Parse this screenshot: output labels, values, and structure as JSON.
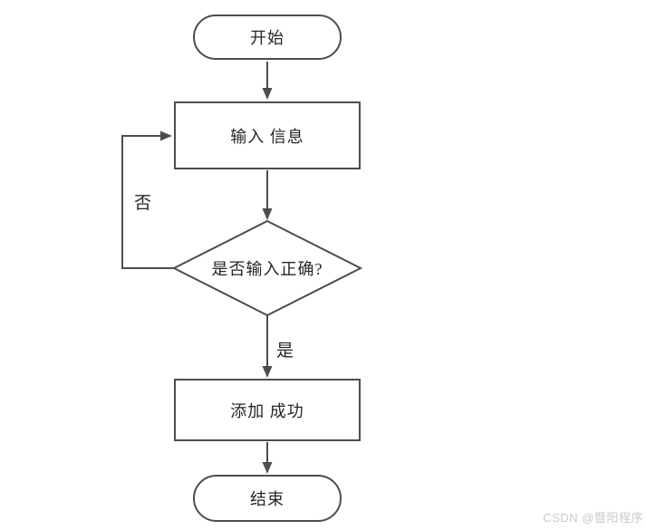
{
  "diagram": {
    "type": "flowchart",
    "nodes": {
      "start": "开始",
      "input": "输入 信息",
      "decision": "是否输入正确?",
      "success": "添加 成功",
      "end": "结束"
    },
    "edges": [
      {
        "from": "start",
        "to": "input",
        "label": ""
      },
      {
        "from": "input",
        "to": "decision",
        "label": ""
      },
      {
        "from": "decision",
        "to": "success",
        "label": "是"
      },
      {
        "from": "decision",
        "to": "input",
        "label": "否"
      },
      {
        "from": "success",
        "to": "end",
        "label": ""
      }
    ],
    "edge_labels": {
      "yes": "是",
      "no": "否"
    },
    "colors": {
      "line": "#4d4d4d",
      "text": "#262626",
      "node_fill": "#ffffff",
      "background": "#ffffff",
      "watermark": "#c9c9c9"
    }
  },
  "watermark": {
    "text": "CSDN @暨阳程序"
  }
}
